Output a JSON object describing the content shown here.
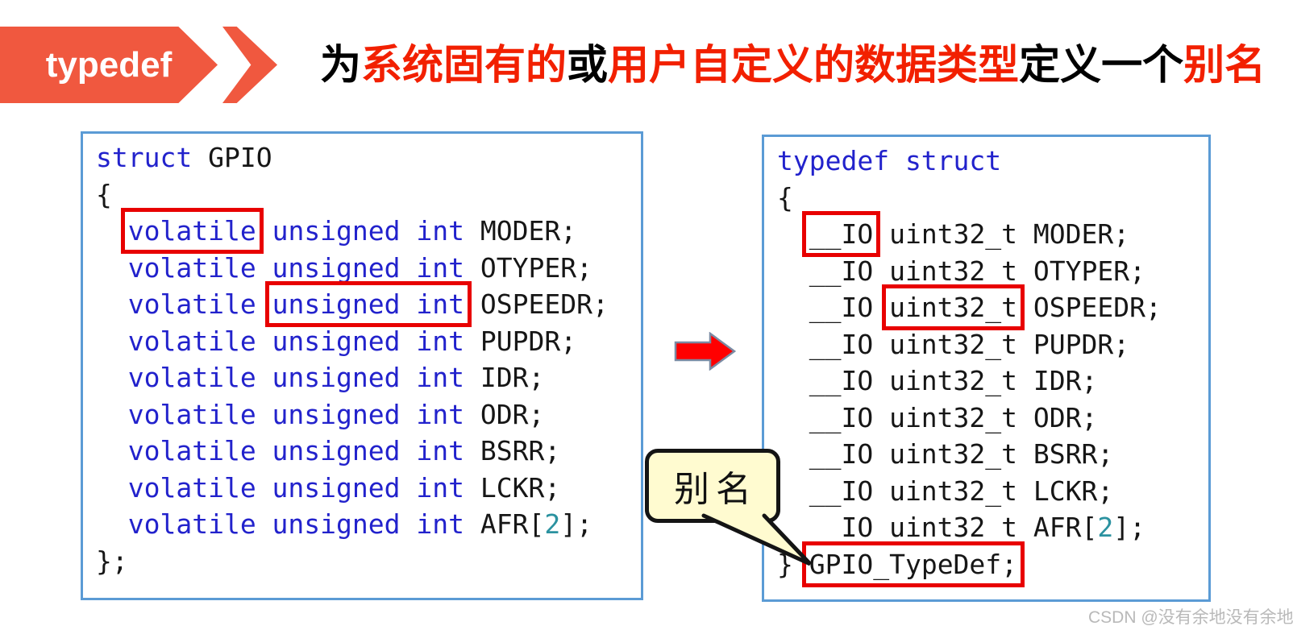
{
  "banner": {
    "label": "typedef"
  },
  "title": {
    "segments": [
      {
        "text": "为",
        "color": "#000000"
      },
      {
        "text": "系统固有的",
        "color": "#f22000"
      },
      {
        "text": "或",
        "color": "#000000"
      },
      {
        "text": "用户自定义的数据类型",
        "color": "#f22000"
      },
      {
        "text": "定义一个",
        "color": "#000000"
      },
      {
        "text": "别名",
        "color": "#f22000"
      }
    ]
  },
  "colors": {
    "banner": "#f0583f",
    "title_red": "#f22000",
    "keyword": "#2222cc",
    "plain": "#161616",
    "number": "#2b92a0",
    "panel_border": "#5b9bd5",
    "highlight": "#e80000",
    "arrow_fill": "#ff0000",
    "arrow_stroke": "#7b8ba3",
    "callout_bg": "#fffbd0"
  },
  "left_code": {
    "lines": [
      {
        "tokens": [
          {
            "t": "struct",
            "c": "kw"
          },
          {
            "t": " GPIO",
            "c": "pl"
          }
        ]
      },
      {
        "tokens": [
          {
            "t": "{",
            "c": "pl"
          }
        ]
      },
      {
        "tokens": [
          {
            "t": "  ",
            "c": "pl"
          },
          {
            "t": "volatile",
            "c": "kw",
            "box": true
          },
          {
            "t": " ",
            "c": "pl"
          },
          {
            "t": "unsigned int",
            "c": "kw"
          },
          {
            "t": " MODER;",
            "c": "pl"
          }
        ]
      },
      {
        "tokens": [
          {
            "t": "  ",
            "c": "pl"
          },
          {
            "t": "volatile unsigned int",
            "c": "kw"
          },
          {
            "t": " OTYPER;",
            "c": "pl"
          }
        ]
      },
      {
        "tokens": [
          {
            "t": "  ",
            "c": "pl"
          },
          {
            "t": "volatile",
            "c": "kw"
          },
          {
            "t": " ",
            "c": "pl"
          },
          {
            "t": "unsigned int",
            "c": "kw",
            "box": true
          },
          {
            "t": " OSPEEDR;",
            "c": "pl"
          }
        ]
      },
      {
        "tokens": [
          {
            "t": "  ",
            "c": "pl"
          },
          {
            "t": "volatile unsigned int",
            "c": "kw"
          },
          {
            "t": " PUPDR;",
            "c": "pl"
          }
        ]
      },
      {
        "tokens": [
          {
            "t": "  ",
            "c": "pl"
          },
          {
            "t": "volatile unsigned int",
            "c": "kw"
          },
          {
            "t": " IDR;",
            "c": "pl"
          }
        ]
      },
      {
        "tokens": [
          {
            "t": "  ",
            "c": "pl"
          },
          {
            "t": "volatile unsigned int",
            "c": "kw"
          },
          {
            "t": " ODR;",
            "c": "pl"
          }
        ]
      },
      {
        "tokens": [
          {
            "t": "  ",
            "c": "pl"
          },
          {
            "t": "volatile unsigned int",
            "c": "kw"
          },
          {
            "t": " BSRR;",
            "c": "pl"
          }
        ]
      },
      {
        "tokens": [
          {
            "t": "  ",
            "c": "pl"
          },
          {
            "t": "volatile unsigned int",
            "c": "kw"
          },
          {
            "t": " LCKR;",
            "c": "pl"
          }
        ]
      },
      {
        "tokens": [
          {
            "t": "  ",
            "c": "pl"
          },
          {
            "t": "volatile unsigned int",
            "c": "kw"
          },
          {
            "t": " AFR[",
            "c": "pl"
          },
          {
            "t": "2",
            "c": "num"
          },
          {
            "t": "];",
            "c": "pl"
          }
        ]
      },
      {
        "tokens": [
          {
            "t": "};",
            "c": "pl"
          }
        ]
      }
    ]
  },
  "right_code": {
    "lines": [
      {
        "tokens": [
          {
            "t": "typedef struct",
            "c": "kw"
          }
        ]
      },
      {
        "tokens": [
          {
            "t": "{",
            "c": "pl"
          }
        ]
      },
      {
        "tokens": [
          {
            "t": "  ",
            "c": "pl"
          },
          {
            "t": "__IO",
            "c": "pl",
            "box": true
          },
          {
            "t": " uint32_t MODER;",
            "c": "pl"
          }
        ]
      },
      {
        "tokens": [
          {
            "t": "  __IO uint32_t OTYPER;",
            "c": "pl"
          }
        ]
      },
      {
        "tokens": [
          {
            "t": "  __IO ",
            "c": "pl"
          },
          {
            "t": "uint32_t",
            "c": "pl",
            "box": true
          },
          {
            "t": " OSPEEDR;",
            "c": "pl"
          }
        ]
      },
      {
        "tokens": [
          {
            "t": "  __IO uint32_t PUPDR;",
            "c": "pl"
          }
        ]
      },
      {
        "tokens": [
          {
            "t": "  __IO uint32_t IDR;",
            "c": "pl"
          }
        ]
      },
      {
        "tokens": [
          {
            "t": "  __IO uint32_t ODR;",
            "c": "pl"
          }
        ]
      },
      {
        "tokens": [
          {
            "t": "  __IO uint32_t BSRR;",
            "c": "pl"
          }
        ]
      },
      {
        "tokens": [
          {
            "t": "  __IO uint32_t LCKR;",
            "c": "pl"
          }
        ]
      },
      {
        "tokens": [
          {
            "t": "  __IO uint32_t AFR[",
            "c": "pl"
          },
          {
            "t": "2",
            "c": "num"
          },
          {
            "t": "];",
            "c": "pl"
          }
        ]
      },
      {
        "tokens": [
          {
            "t": "} ",
            "c": "pl"
          },
          {
            "t": "GPIO_TypeDef;",
            "c": "pl",
            "box": true
          }
        ]
      }
    ]
  },
  "callout": {
    "label": "别名"
  },
  "watermark": {
    "text": "CSDN @没有余地没有余地"
  }
}
